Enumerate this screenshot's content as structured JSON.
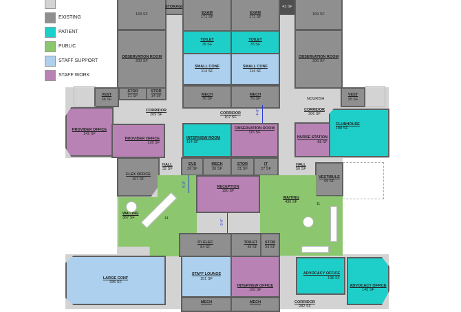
{
  "legend": {
    "items": [
      {
        "label": "",
        "color": "#d3d3d3"
      },
      {
        "label": "EXISTING",
        "color": "#8f8f8f"
      },
      {
        "label": "PATIENT",
        "color": "#1ecfc9"
      },
      {
        "label": "PUBLIC",
        "color": "#8cc66e"
      },
      {
        "label": "STAFF SUPPORT",
        "color": "#acd0ee"
      },
      {
        "label": "STAFF WORK",
        "color": "#b882b4"
      }
    ]
  },
  "rooms": [
    {
      "name": "",
      "area": "169 SF"
    },
    {
      "name": "STORAGE",
      "area": ""
    },
    {
      "name": "EXAM",
      "area": "171 SF"
    },
    {
      "name": "EXAM",
      "area": "171 SF"
    },
    {
      "name": "",
      "area": "42 SF"
    },
    {
      "name": "",
      "area": "169 SF"
    },
    {
      "name": "OBSERVATION ROOM",
      "area": "200 SF"
    },
    {
      "name": "TOILET",
      "area": "78 SF"
    },
    {
      "name": "TOILET",
      "area": "78 SF"
    },
    {
      "name": "SMALL CONF",
      "area": "114 SF"
    },
    {
      "name": "SMALL CONF",
      "area": "114 SF"
    },
    {
      "name": "MECH",
      "area": "76 SF"
    },
    {
      "name": "MECH",
      "area": "76 SF"
    },
    {
      "name": "OBSERVATION ROOM",
      "area": "200 SF"
    },
    {
      "name": "VEST",
      "area": "36 SF"
    },
    {
      "name": "STOR",
      "area": "21 SF"
    },
    {
      "name": "STOR",
      "area": "14 SF"
    },
    {
      "name": "VEST",
      "area": "35 SF"
    },
    {
      "name": "CORRIDOR",
      "area": "269 SF"
    },
    {
      "name": "CORRIDOR",
      "area": "107 SF"
    },
    {
      "name": "CORRIDOR",
      "area": "306 SF"
    },
    {
      "name": "NOURISH",
      "area": ""
    },
    {
      "name": "PROVIDER OFFICE",
      "area": "142 SF"
    },
    {
      "name": "PROVIDER OFFICE",
      "area": "128 SF"
    },
    {
      "name": "INTERVIEW ROOM",
      "area": "114 SF"
    },
    {
      "name": "OBSERVATION ROOM",
      "area": "115 SF"
    },
    {
      "name": "NURSE STATION",
      "area": "88 SF"
    },
    {
      "name": "CLUBHOUSE",
      "area": "188 SF"
    },
    {
      "name": "FLEX OFFICE",
      "area": "107 SF"
    },
    {
      "name": "HALL",
      "area": "32 SF"
    },
    {
      "name": "EVS",
      "area": "26 SF"
    },
    {
      "name": "MECH",
      "area": "36 SF"
    },
    {
      "name": "STOR",
      "area": "31 SF"
    },
    {
      "name": "IT",
      "area": "27 SF"
    },
    {
      "name": "HALL",
      "area": "50 SF"
    },
    {
      "name": "VESTIBULE",
      "area": "65 SF"
    },
    {
      "name": "WAITING",
      "area": "387 SF"
    },
    {
      "name": "RECEPTION",
      "area": "190 SF"
    },
    {
      "name": "WAITING",
      "area": "436 SF"
    },
    {
      "name": "IT/ ELEC",
      "area": "84 SF"
    },
    {
      "name": "TOILET",
      "area": "45 SF"
    },
    {
      "name": "STOR",
      "area": "34 SF"
    },
    {
      "name": "LARGE CONF",
      "area": "336 SF"
    },
    {
      "name": "STAFF LOUNGE",
      "area": "151 SF"
    },
    {
      "name": "INTERVIEW OFFICE",
      "area": "150 SF"
    },
    {
      "name": "ADVOCACY OFFICE",
      "area": "136 SF"
    },
    {
      "name": "ADVOCACY OFFICE",
      "area": "145 SF"
    },
    {
      "name": "MECH",
      "area": ""
    },
    {
      "name": "MECH",
      "area": ""
    },
    {
      "name": "CORRIDOR",
      "area": "282 SF"
    }
  ],
  "dimensions": [
    "4'-0\"",
    "5'-0\"",
    "5'-0\""
  ],
  "seat_counts": [
    "14",
    "11"
  ]
}
